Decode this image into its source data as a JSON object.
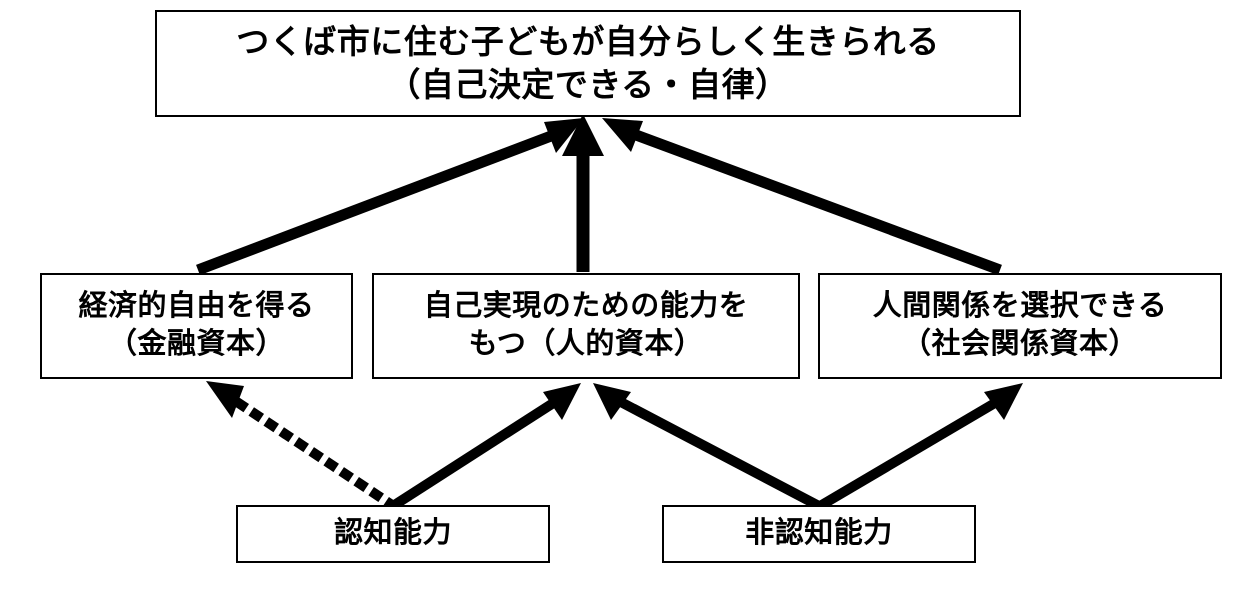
{
  "diagram": {
    "title_text": "つくば市に住む子どもが自分らしく生きられる\n（自己決定できる・自律）",
    "background_color": "#ffffff",
    "line_color": "#000000",
    "nodes": {
      "goal": {
        "id": "goal",
        "label": "つくば市に住む子どもが自分らしく生きられる\n（自己決定できる・自律）",
        "line1": "つくば市に住む子どもが自分らしく生きられる",
        "line2": "（自己決定できる・自律）",
        "row": "top"
      },
      "financial_capital": {
        "id": "financial_capital",
        "label": "経済的自由を得る\n（金融資本）",
        "line1": "経済的自由を得る",
        "line2": "（金融資本）",
        "row": "middle"
      },
      "human_capital": {
        "id": "human_capital",
        "label": "自己実現のための能力を\nもつ（人的資本）",
        "line1": "自己実現のための能力を",
        "line2": "もつ（人的資本）",
        "row": "middle"
      },
      "social_capital": {
        "id": "social_capital",
        "label": "人間関係を選択できる\n（社会関係資本）",
        "line1": "人間関係を選択できる",
        "line2": "（社会関係資本）",
        "row": "middle"
      },
      "cognitive_ability": {
        "id": "cognitive_ability",
        "label": "認知能力",
        "row": "bottom"
      },
      "noncognitive_ability": {
        "id": "noncognitive_ability",
        "label": "非認知能力",
        "row": "bottom"
      }
    },
    "edges": [
      {
        "id": "financial-to-goal",
        "from": "financial_capital",
        "to": "goal",
        "style": "solid",
        "arrowhead": "single"
      },
      {
        "id": "human-to-goal",
        "from": "human_capital",
        "to": "goal",
        "style": "solid",
        "arrowhead": "single"
      },
      {
        "id": "social-to-goal",
        "from": "social_capital",
        "to": "goal",
        "style": "solid",
        "arrowhead": "single"
      },
      {
        "id": "cognitive-to-financial",
        "from": "cognitive_ability",
        "to": "financial_capital",
        "style": "dotted",
        "arrowhead": "single"
      },
      {
        "id": "cognitive-to-human",
        "from": "cognitive_ability",
        "to": "human_capital",
        "style": "solid",
        "arrowhead": "single"
      },
      {
        "id": "noncognitive-to-human",
        "from": "noncognitive_ability",
        "to": "human_capital",
        "style": "solid",
        "arrowhead": "single"
      },
      {
        "id": "noncognitive-to-social",
        "from": "noncognitive_ability",
        "to": "social_capital",
        "style": "solid",
        "arrowhead": "single"
      }
    ]
  }
}
